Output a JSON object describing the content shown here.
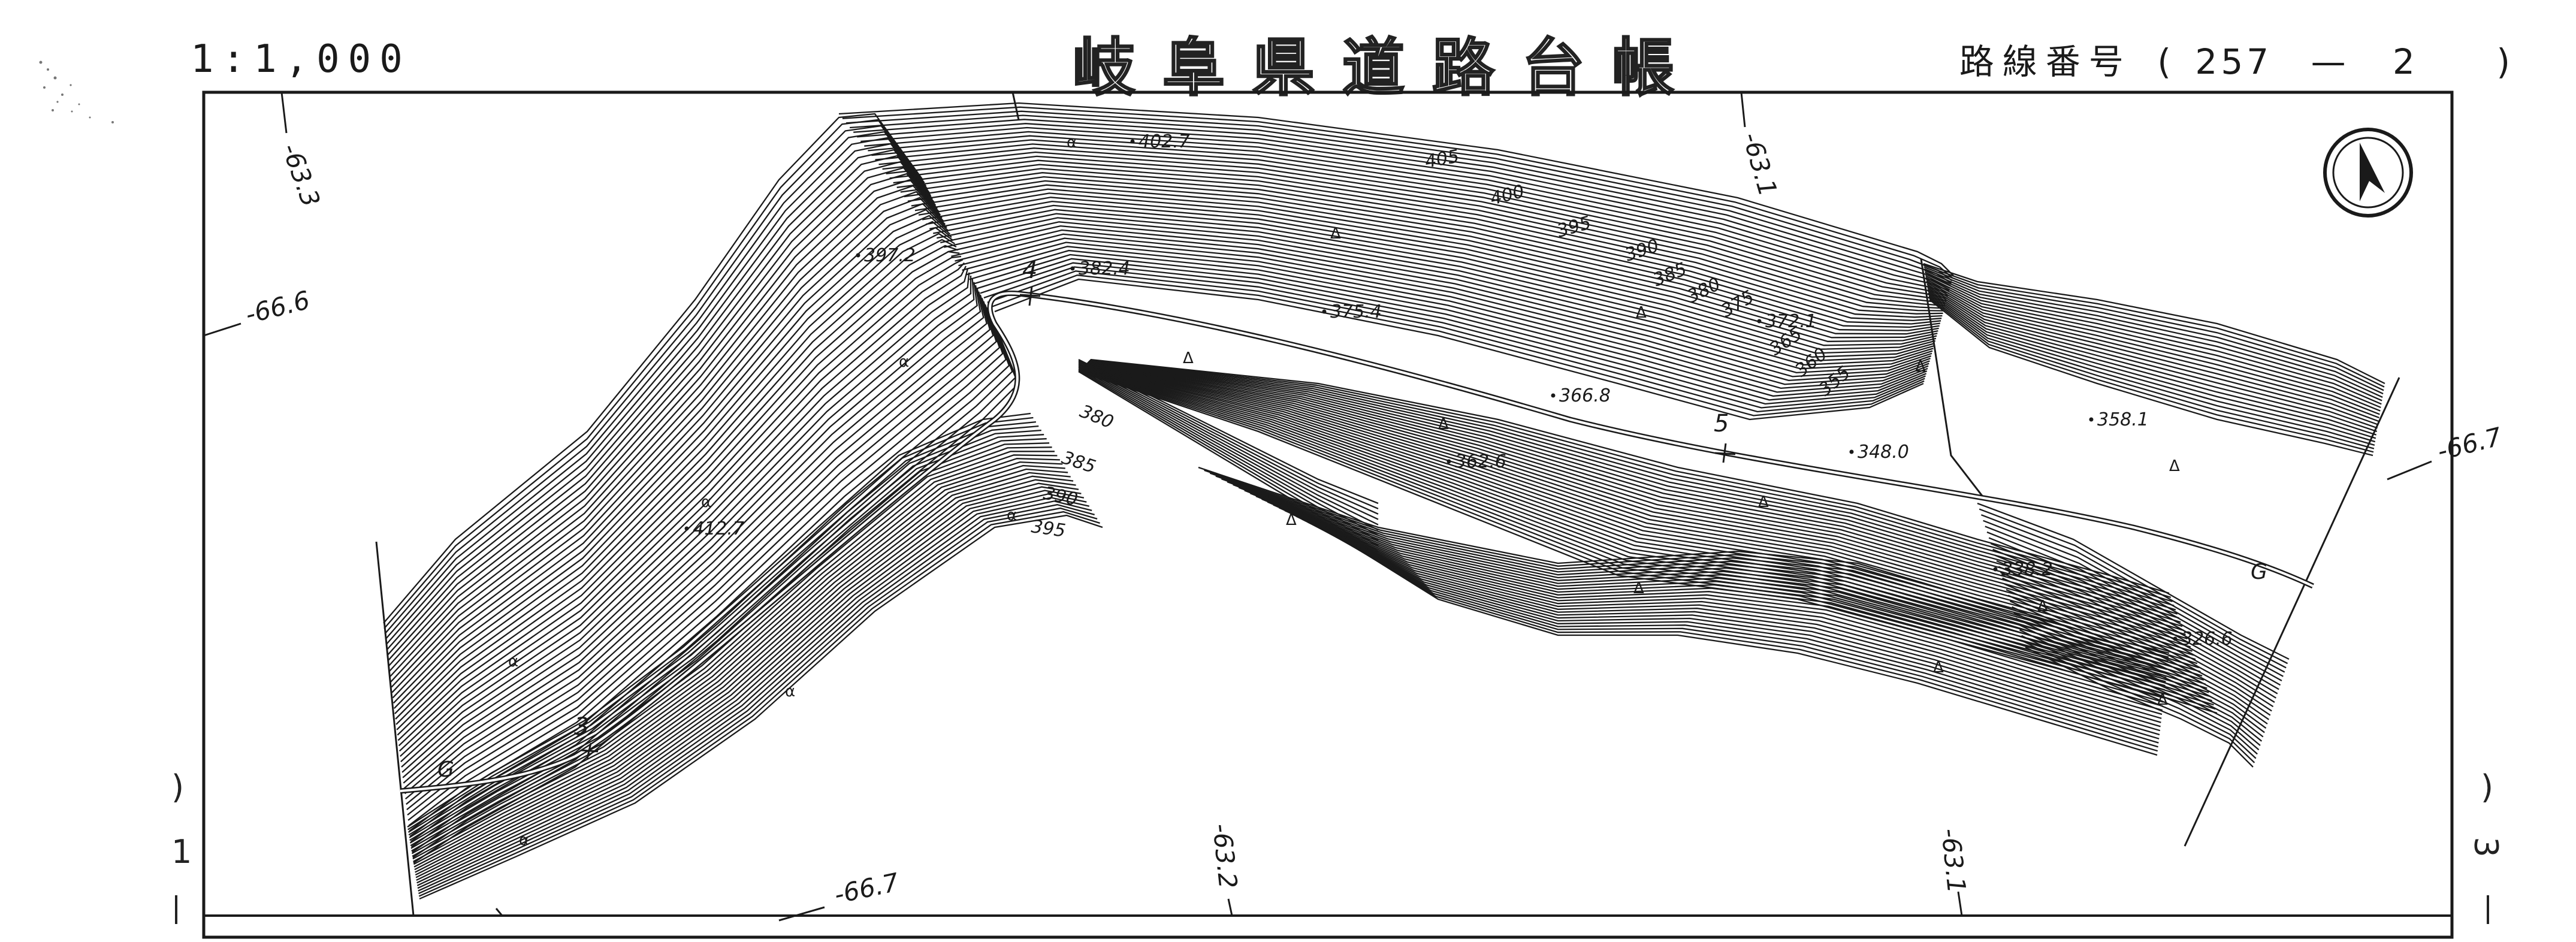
{
  "header": {
    "scale": "1:1,000",
    "title": "岐阜県道路台帳",
    "route_label": "路線番号",
    "route_open": "(",
    "route_number": "257",
    "route_dash": "—",
    "route_sheet": "2",
    "route_close": ")"
  },
  "left_edge": {
    "paren": ")",
    "number": "1"
  },
  "right_edge": {
    "paren": ")",
    "number": "3"
  },
  "map": {
    "grid_labels": [
      {
        "id": "grid-top-left",
        "text": "-63.3"
      },
      {
        "id": "grid-left-upper",
        "text": "-66.6"
      },
      {
        "id": "grid-top-right",
        "text": "-63.1"
      },
      {
        "id": "grid-right",
        "text": "-66.7"
      },
      {
        "id": "grid-bottom-left",
        "text": "-66.7"
      },
      {
        "id": "grid-bottom-mid",
        "text": "-63.2"
      },
      {
        "id": "grid-bottom-right",
        "text": "-63.1"
      }
    ],
    "spot_heights": [
      {
        "id": "spot-402-7",
        "text": "402.7"
      },
      {
        "id": "spot-397-2",
        "text": "397.2"
      },
      {
        "id": "spot-382-4",
        "text": "382.4"
      },
      {
        "id": "spot-375-4",
        "text": "375.4"
      },
      {
        "id": "spot-372-1",
        "text": "372.1"
      },
      {
        "id": "spot-366-8",
        "text": "366.8"
      },
      {
        "id": "spot-362-6",
        "text": "362.6"
      },
      {
        "id": "spot-358-1",
        "text": "358.1"
      },
      {
        "id": "spot-348-0",
        "text": "348.0"
      },
      {
        "id": "spot-338-2",
        "text": "338.2"
      },
      {
        "id": "spot-326-6",
        "text": "326.6"
      },
      {
        "id": "spot-412-7",
        "text": "412.7"
      }
    ],
    "contour_labels": [
      {
        "id": "contour-405",
        "text": "405"
      },
      {
        "id": "contour-400",
        "text": "400"
      },
      {
        "id": "contour-395-top",
        "text": "395"
      },
      {
        "id": "contour-390-top",
        "text": "390"
      },
      {
        "id": "contour-385-top",
        "text": "385"
      },
      {
        "id": "contour-380-top",
        "text": "380"
      },
      {
        "id": "contour-375",
        "text": "375"
      },
      {
        "id": "contour-365",
        "text": "365"
      },
      {
        "id": "contour-360",
        "text": "360"
      },
      {
        "id": "contour-355",
        "text": "355"
      },
      {
        "id": "contour-380-mid",
        "text": "380"
      },
      {
        "id": "contour-385-mid",
        "text": "385"
      },
      {
        "id": "contour-390-mid",
        "text": "390"
      },
      {
        "id": "contour-395-mid",
        "text": "395"
      }
    ],
    "point_markers": [
      {
        "id": "marker-3",
        "text": "3"
      },
      {
        "id": "marker-4",
        "text": "4"
      },
      {
        "id": "marker-5",
        "text": "5"
      }
    ],
    "road_ends": [
      {
        "id": "road-end-left",
        "text": "G"
      },
      {
        "id": "road-end-right",
        "text": "G"
      }
    ],
    "vegetation_symbol": "Δ",
    "field_symbol": "α",
    "north_arrow": "north-arrow-icon"
  }
}
